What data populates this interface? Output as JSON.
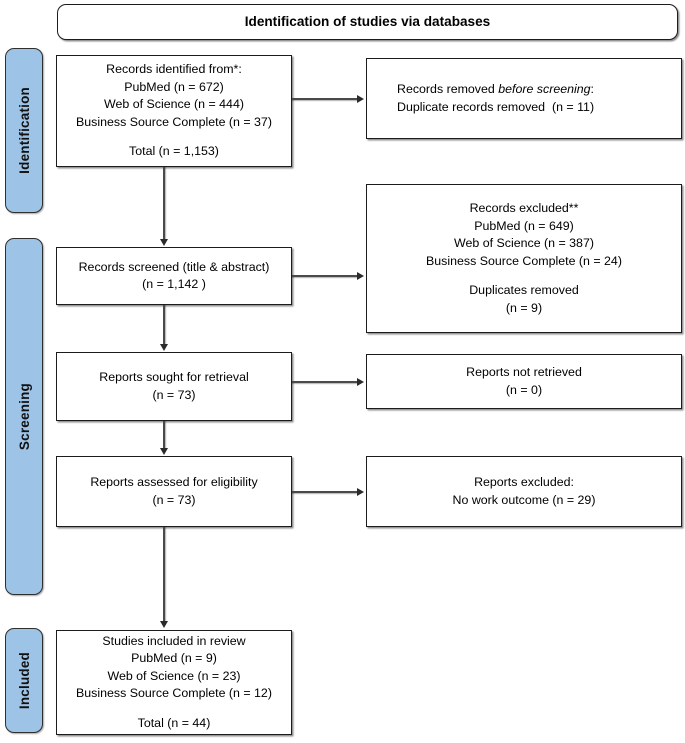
{
  "diagram": {
    "title": "Identification of studies via databases",
    "stages": [
      {
        "id": "identification",
        "label": "Identification"
      },
      {
        "id": "screening",
        "label": "Screening"
      },
      {
        "id": "included",
        "label": "Included"
      }
    ],
    "accent_color": "#9DC3E6",
    "border_color": "#1c1c1c",
    "boxes": {
      "records_identified": {
        "lines": [
          "Records identified from*:",
          "PubMed (n = 672)",
          "Web of Science (n = 444)",
          "Business Source Complete (n = 37)",
          "",
          "Total (n = 1,153)"
        ]
      },
      "records_removed": {
        "line1_pre": "Records removed ",
        "line1_italic": "before screening",
        "line1_post": ":",
        "line2": "Duplicate records removed  (n = 11)"
      },
      "records_screened": {
        "lines": [
          "Records screened (title & abstract)",
          "(n = 1,142 )"
        ]
      },
      "records_excluded": {
        "lines": [
          "Records excluded**",
          "PubMed (n = 649)",
          "Web of Science (n = 387)",
          "Business Source Complete (n = 24)",
          "",
          "Duplicates removed",
          "(n = 9)"
        ]
      },
      "reports_sought": {
        "lines": [
          "Reports sought for retrieval",
          "(n = 73)"
        ]
      },
      "reports_not_retrieved": {
        "lines": [
          "Reports not retrieved",
          "(n = 0)"
        ]
      },
      "reports_assessed": {
        "lines": [
          "Reports assessed for eligibility",
          "(n = 73)"
        ]
      },
      "reports_excluded": {
        "lines": [
          "Reports excluded:",
          "No work outcome (n = 29)"
        ]
      },
      "studies_included": {
        "lines": [
          "Studies included in review",
          "PubMed (n = 9)",
          "Web of Science (n = 23)",
          "Business Source Complete (n = 12)",
          "",
          "Total (n = 44)"
        ]
      }
    }
  }
}
